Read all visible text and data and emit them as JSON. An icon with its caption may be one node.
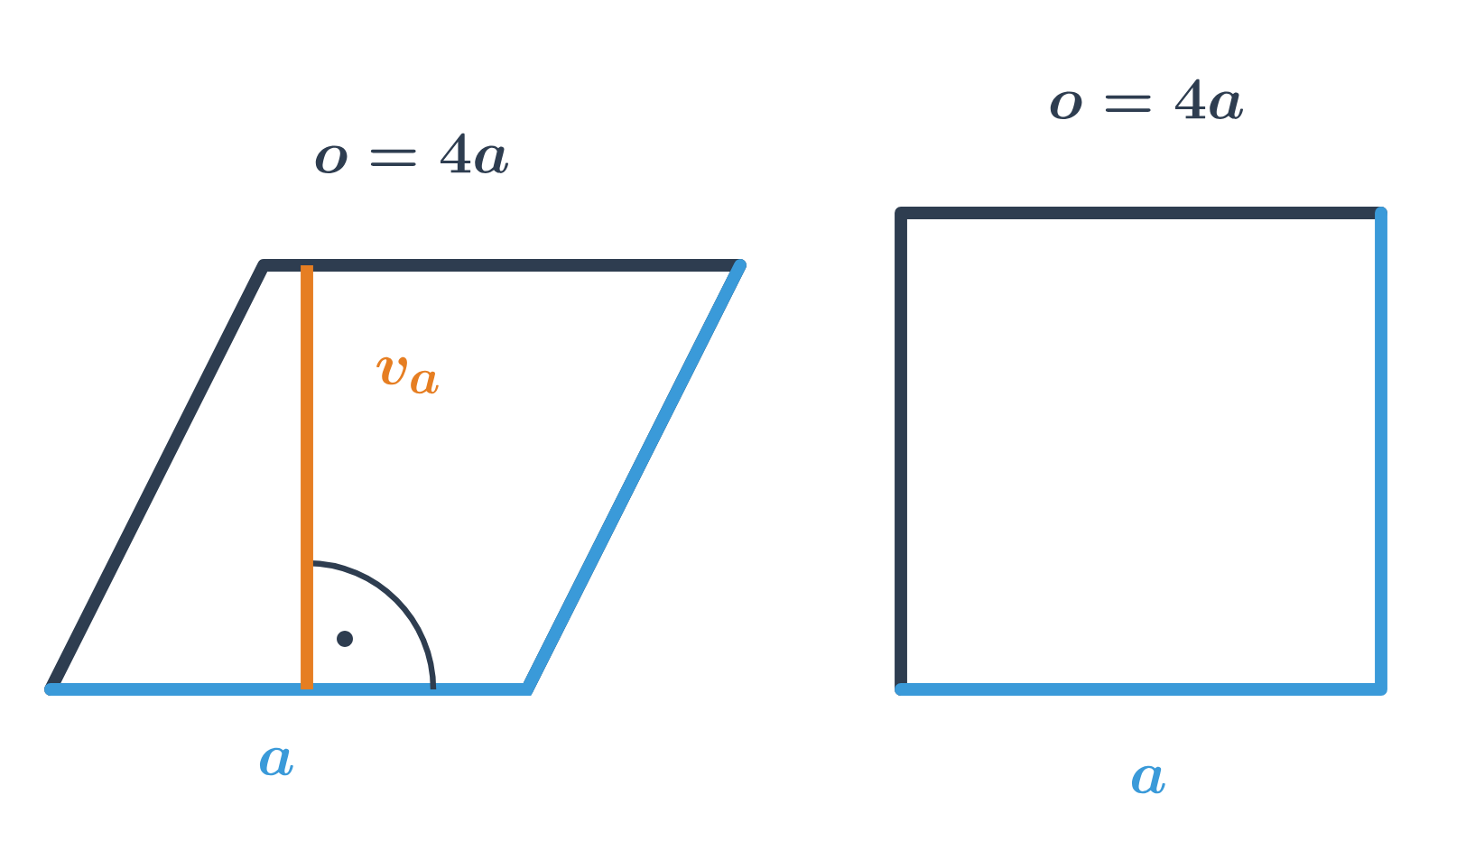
{
  "diagram": {
    "labels": [
      "o = 4a",
      "v_a",
      "a",
      "o = 4a",
      "a"
    ]
  }
}
